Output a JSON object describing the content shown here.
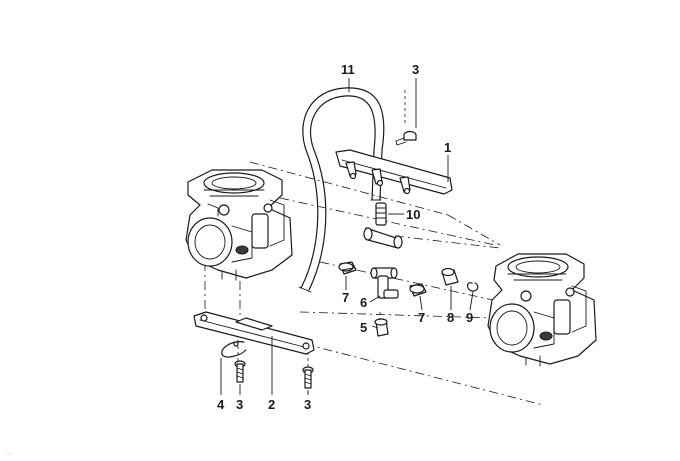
{
  "diagram": {
    "callouts": {
      "c1": "1",
      "c2": "2",
      "c3_top": "3",
      "c3_left": "3",
      "c3_right": "3",
      "c4": "4",
      "c5": "5",
      "c6": "6",
      "c7_left": "7",
      "c7_right": "7",
      "c8": "8",
      "c9": "9",
      "c10": "10",
      "c11": "11"
    },
    "watermark": "—"
  }
}
